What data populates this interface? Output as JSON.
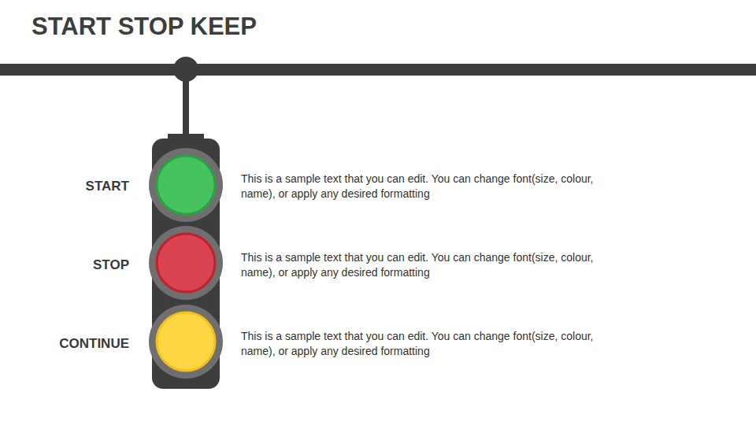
{
  "diagram": {
    "title": "START STOP KEEP",
    "labels": [
      "START",
      "This is a sample text that you can edit. You can change font(size, colour, name), or apply any desired formatting",
      "STOP",
      "This is a sample text that you can edit. You can change font(size, colour, name), or apply any desired formatting",
      "CONTINUE",
      "This is a sample text that you can edit. You can change font(size, colour, name), or apply any desired formatting"
    ]
  }
}
